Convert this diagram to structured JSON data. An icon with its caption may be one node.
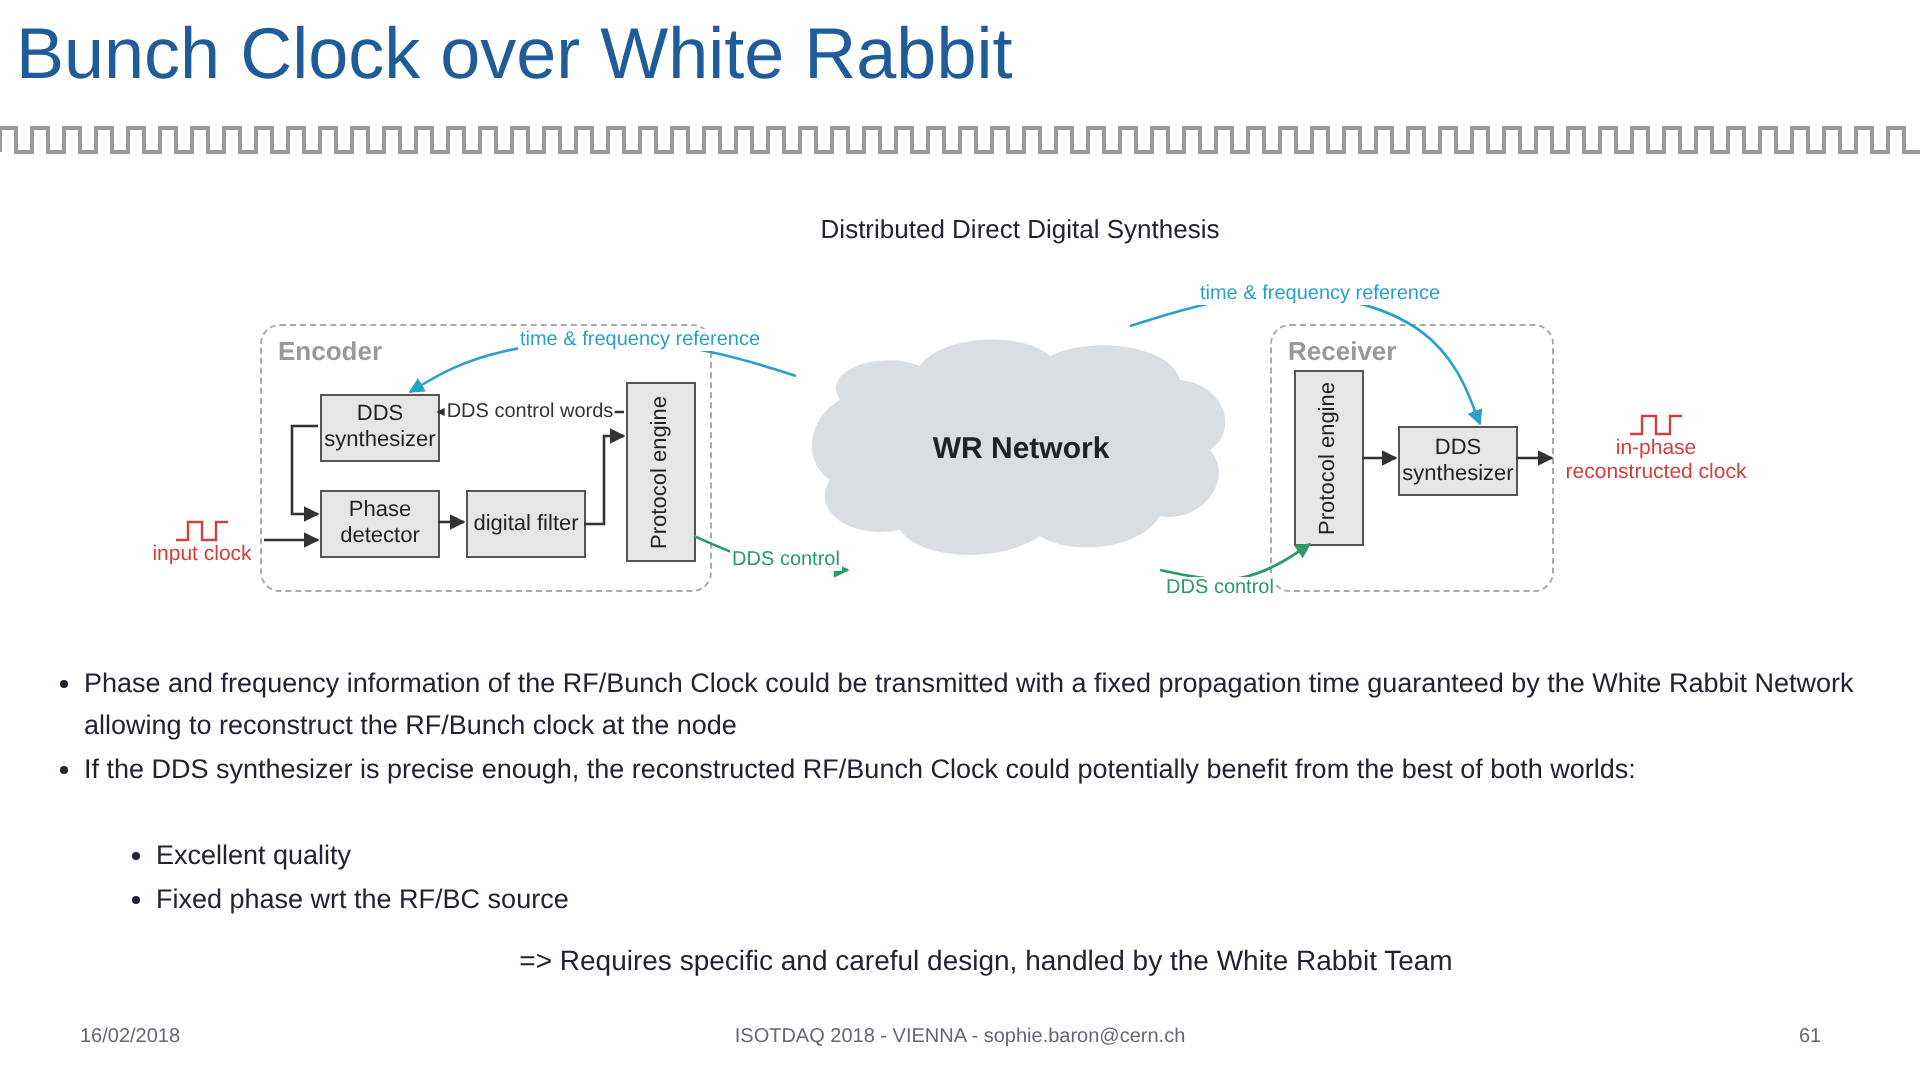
{
  "diagram": {
    "title": "Bunch Clock over White Rabbit",
    "nodes": [
      {
        "text": [
          "Encoder"
        ]
      },
      {
        "text": [
          "DDS synthesizer"
        ],
        "in": 0
      },
      {
        "text": [
          "Phase detector"
        ],
        "in": 0
      },
      {
        "text": [
          "digital filter"
        ],
        "in": 0
      },
      {
        "text": [
          "Protocol engine"
        ],
        "in": 0
      },
      {
        "text": [
          "input clock"
        ]
      },
      {
        "text": [
          "WR Network"
        ]
      },
      {
        "text": [
          "Receiver"
        ]
      },
      {
        "text": [
          "Protocol engine"
        ],
        "in": 7
      },
      {
        "text": [
          "DDS synthesizer"
        ],
        "in": 7
      },
      {
        "text": [
          "in-phase reconstructed clock"
        ]
      }
    ],
    "edges": [
      {
        "from": 1,
        "to": 2,
        "arrow": "to"
      },
      {
        "from": 5,
        "to": 2,
        "arrow": "to"
      },
      {
        "from": 2,
        "to": 3,
        "arrow": "to"
      },
      {
        "from": 3,
        "to": 4,
        "arrow": "to"
      },
      {
        "from": 4,
        "to": 1,
        "arrow": "to",
        "label": "DDS control words"
      },
      {
        "from": 6,
        "to": 1,
        "arrow": "to",
        "label": "time & frequency reference",
        "color": "#2a9fc9"
      },
      {
        "from": 4,
        "to": 6,
        "arrow": "to",
        "label": "DDS control",
        "color": "#2a9a66"
      },
      {
        "from": 6,
        "to": 9,
        "arrow": "to",
        "label": "time & frequency reference",
        "color": "#2a9fc9"
      },
      {
        "from": 6,
        "to": 8,
        "arrow": "to",
        "label": "DDS control",
        "color": "#2a9a66"
      },
      {
        "from": 8,
        "to": 9,
        "arrow": "to"
      },
      {
        "from": 9,
        "to": 10,
        "arrow": "to"
      }
    ],
    "labels": [
      "Distributed Direct Digital Synthesis",
      "Phase and frequency information of the RF/Bunch Clock could be transmitted with a fixed propagation time guaranteed by the White Rabbit Network allowing to reconstruct the RF/Bunch clock at the node",
      "If the DDS synthesizer is precise enough, the reconstructed RF/Bunch Clock could potentially benefit from the best of both worlds:",
      "Excellent quality",
      "Fixed phase wrt the RF/BC source",
      "=> Requires specific and careful design, handled by the White Rabbit Team",
      "16/02/2018",
      "ISOTDAQ 2018 - VIENNA - sophie.baron@cern.ch",
      "61"
    ]
  }
}
